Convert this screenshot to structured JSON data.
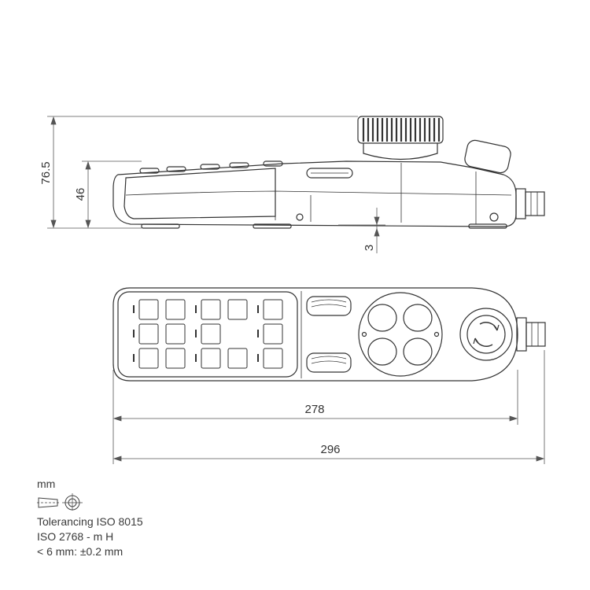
{
  "dimensions": {
    "total_height": "76.5",
    "body_height": "46",
    "foot_height": "3",
    "inner_length": "278",
    "total_length": "296"
  },
  "notes": {
    "unit": "mm",
    "projection_icon": "first-angle-projection-icon",
    "tolerance_line1": "Tolerancing ISO 8015",
    "tolerance_line2": "ISO 2768 - m H",
    "tolerance_line3": "< 6 mm: ±0.2 mm"
  },
  "colors": {
    "line": "#333333",
    "dim": "#555555"
  }
}
